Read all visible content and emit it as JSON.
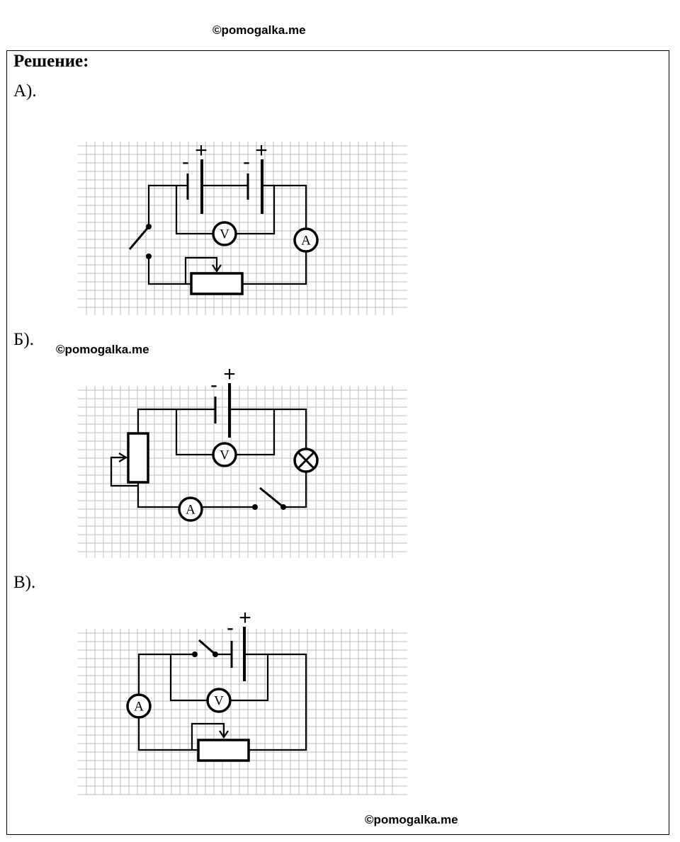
{
  "watermarks": [
    "©pomogalka.me",
    "©pomogalka.me",
    "©pomogalka.me"
  ],
  "heading": "Решение:",
  "parts": [
    {
      "label": "А)."
    },
    {
      "label": "Б)."
    },
    {
      "label": "В)."
    }
  ],
  "meters": {
    "voltmeter": "V",
    "ammeter": "A"
  },
  "battery_signs": {
    "minus": "-",
    "plus": "+"
  },
  "icons": [
    "battery-cell-icon",
    "voltmeter-icon",
    "ammeter-icon",
    "switch-icon",
    "rheostat-icon",
    "lamp-icon"
  ]
}
